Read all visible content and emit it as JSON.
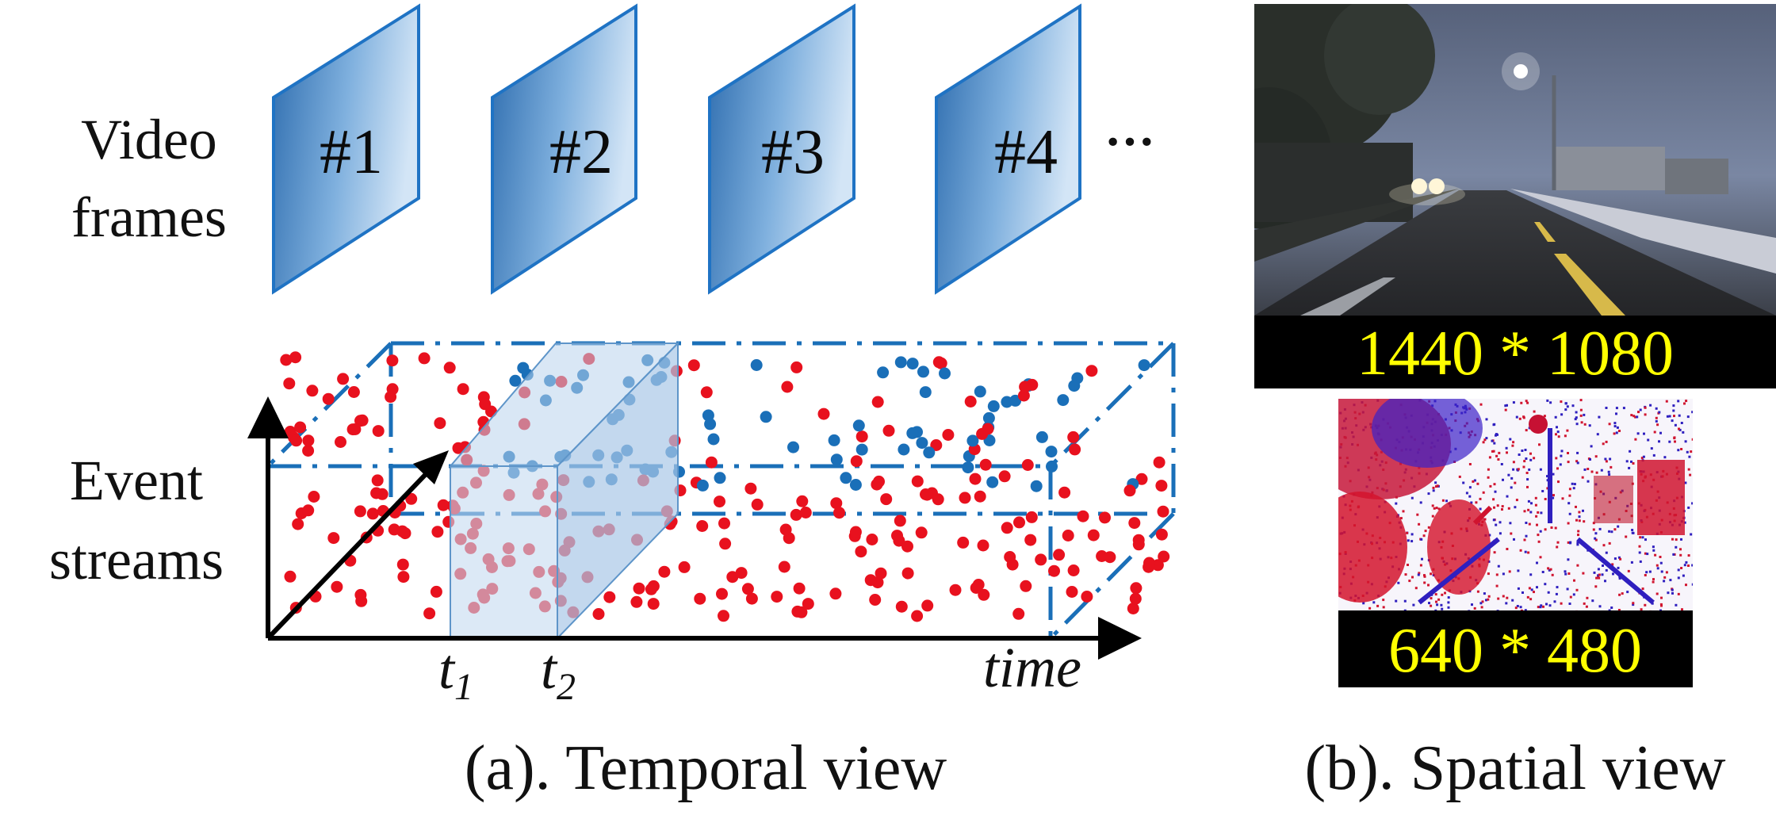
{
  "panel_a": {
    "video_label_line1": "Video",
    "video_label_line2": "frames",
    "event_label_line1": "Event",
    "event_label_line2": "streams",
    "frames": [
      "#1",
      "#2",
      "#3",
      "#4"
    ],
    "ellipsis": "···",
    "t1_base": "t",
    "t1_sub": "1",
    "t2_base": "t",
    "t2_sub": "2",
    "time_label": "time",
    "caption": "(a). Temporal view"
  },
  "panel_b": {
    "rgb_resolution": "1440 * 1080",
    "event_resolution": "640 * 480",
    "caption": "(b). Spatial view"
  },
  "colors": {
    "frame_dark": "#2f6fb0",
    "frame_light": "#cfe2f5",
    "frame_edge": "#1f73c4",
    "event_red": "#e8111e",
    "event_blue": "#1a6fb8",
    "volume_fill": "#b9d3ec",
    "res_bg": "#000000",
    "res_text": "#ffff00"
  }
}
